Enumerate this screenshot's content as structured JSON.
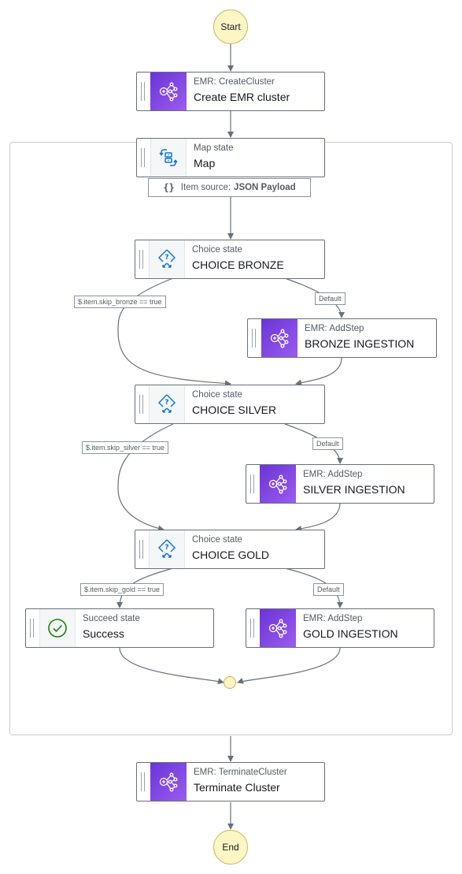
{
  "start_label": "Start",
  "end_label": "End",
  "states": {
    "create_cluster": {
      "type": "EMR: CreateCluster",
      "name": "Create EMR cluster",
      "icon": "emr-icon"
    },
    "map": {
      "type": "Map state",
      "name": "Map",
      "icon": "map-icon"
    },
    "choice_bronze": {
      "type": "Choice state",
      "name": "CHOICE BRONZE",
      "icon": "choice-icon"
    },
    "bronze_ingestion": {
      "type": "EMR: AddStep",
      "name": "BRONZE INGESTION",
      "icon": "emr-icon"
    },
    "choice_silver": {
      "type": "Choice state",
      "name": "CHOICE SILVER",
      "icon": "choice-icon"
    },
    "silver_ingestion": {
      "type": "EMR: AddStep",
      "name": "SILVER INGESTION",
      "icon": "emr-icon"
    },
    "choice_gold": {
      "type": "Choice state",
      "name": "CHOICE GOLD",
      "icon": "choice-icon"
    },
    "success": {
      "type": "Succeed state",
      "name": "Success",
      "icon": "check-circle-icon"
    },
    "gold_ingestion": {
      "type": "EMR: AddStep",
      "name": "GOLD INGESTION",
      "icon": "emr-icon"
    },
    "terminate_cluster": {
      "type": "EMR: TerminateCluster",
      "name": "Terminate Cluster",
      "icon": "emr-icon"
    }
  },
  "item_source": {
    "label": "Item source:",
    "value": "JSON Payload"
  },
  "conditions": {
    "skip_bronze": "$.item.skip_bronze == true",
    "skip_silver": "$.item.skip_silver == true",
    "skip_gold": "$.item.skip_gold == true",
    "default": "Default"
  },
  "colors": {
    "emr_purple": "#7b3fe0",
    "terminal_fill": "#fcf6c5",
    "edge": "#687078",
    "choice_blue": "#0972d3",
    "success_green": "#1d8102"
  }
}
